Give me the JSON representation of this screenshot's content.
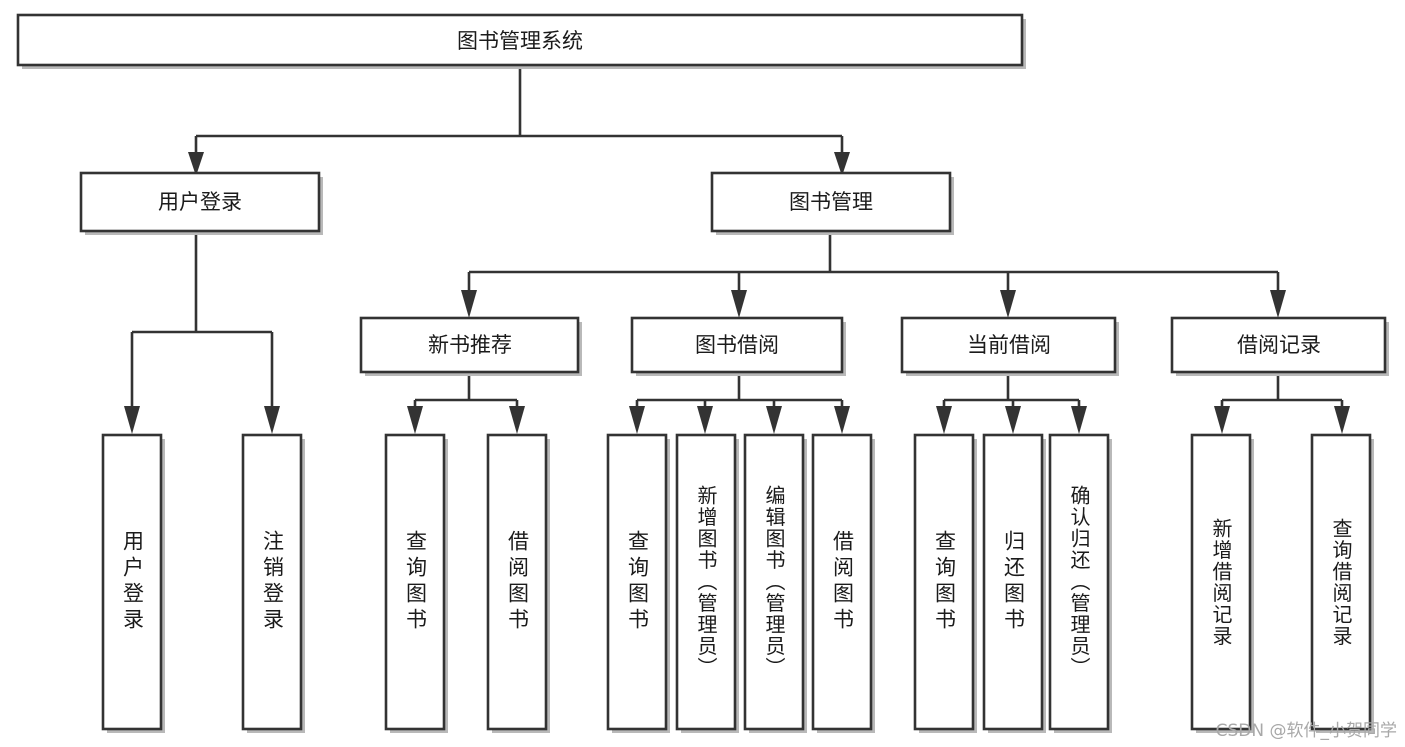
{
  "diagram": {
    "type": "tree",
    "title": "图书管理系统",
    "watermark": "CSDN @软件_小贺同学",
    "colors": {
      "stroke": "#333333",
      "fill": "#ffffff",
      "shadow": "#b9b9b9",
      "text": "#1b1b1b",
      "watermark": "#a8a8a8"
    },
    "nodes": {
      "root": {
        "label": "图书管理系统",
        "level": 0,
        "orientation": "horizontal"
      },
      "level1": [
        {
          "id": "user-login",
          "label": "用户登录",
          "orientation": "horizontal"
        },
        {
          "id": "book-manage",
          "label": "图书管理",
          "orientation": "horizontal"
        }
      ],
      "level2": [
        {
          "id": "new-book-recommend",
          "label": "新书推荐",
          "orientation": "horizontal",
          "parent": "book-manage"
        },
        {
          "id": "book-borrow",
          "label": "图书借阅",
          "orientation": "horizontal",
          "parent": "book-manage"
        },
        {
          "id": "current-borrow",
          "label": "当前借阅",
          "orientation": "horizontal",
          "parent": "book-manage"
        },
        {
          "id": "borrow-record",
          "label": "借阅记录",
          "orientation": "horizontal",
          "parent": "book-manage"
        }
      ],
      "leaves": [
        {
          "id": "leaf-user-login",
          "label": "用户登录",
          "orientation": "vertical",
          "parent": "user-login"
        },
        {
          "id": "leaf-user-logout",
          "label": "注销登录",
          "orientation": "vertical",
          "parent": "user-login"
        },
        {
          "id": "leaf-query-book-1",
          "label": "查询图书",
          "orientation": "vertical",
          "parent": "new-book-recommend"
        },
        {
          "id": "leaf-borrow-book-1",
          "label": "借阅图书",
          "orientation": "vertical",
          "parent": "new-book-recommend"
        },
        {
          "id": "leaf-query-book-2",
          "label": "查询图书",
          "orientation": "vertical",
          "parent": "book-borrow"
        },
        {
          "id": "leaf-add-book",
          "label": "新增图书（管理员）",
          "orientation": "vertical",
          "parent": "book-borrow"
        },
        {
          "id": "leaf-edit-book",
          "label": "编辑图书（管理员）",
          "orientation": "vertical",
          "parent": "book-borrow"
        },
        {
          "id": "leaf-borrow-book-2",
          "label": "借阅图书",
          "orientation": "vertical",
          "parent": "book-borrow"
        },
        {
          "id": "leaf-query-book-3",
          "label": "查询图书",
          "orientation": "vertical",
          "parent": "current-borrow"
        },
        {
          "id": "leaf-return-book",
          "label": "归还图书",
          "orientation": "vertical",
          "parent": "current-borrow"
        },
        {
          "id": "leaf-confirm-return",
          "label": "确认归还（管理员）",
          "orientation": "vertical",
          "parent": "current-borrow"
        },
        {
          "id": "leaf-add-record",
          "label": "新增借阅记录",
          "orientation": "vertical",
          "parent": "borrow-record"
        },
        {
          "id": "leaf-query-record",
          "label": "查询借阅记录",
          "orientation": "vertical",
          "parent": "borrow-record"
        }
      ]
    }
  }
}
